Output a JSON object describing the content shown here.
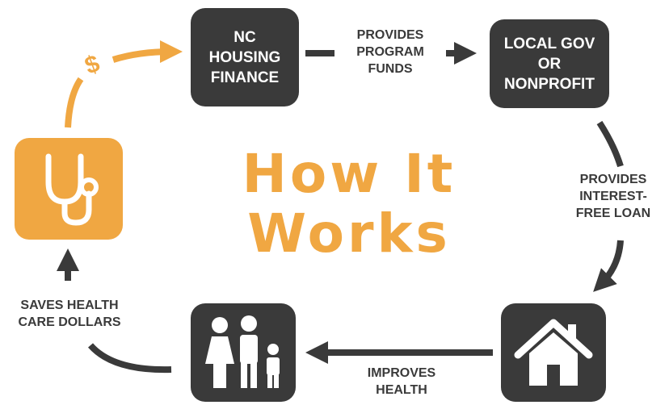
{
  "title": {
    "line1": "How It",
    "line2": "Works"
  },
  "nodes": {
    "nc_housing_finance": "NC\nHOUSING\nFINANCE",
    "local_gov": "LOCAL GOV\nOR\nNONPROFIT"
  },
  "edges": {
    "provides_program_funds": "PROVIDES\nPROGRAM\nFUNDS",
    "provides_loan": "PROVIDES\nINTEREST-\nFREE LOAN",
    "improves_health": "IMPROVES\nHEALTH",
    "saves_dollars": "SAVES HEALTH\nCARE DOLLARS",
    "dollar_symbol": "$"
  },
  "icons": {
    "health": "stethoscope-icon",
    "home": "house-icon",
    "family": "family-icon"
  },
  "colors": {
    "orange": "#f0a742",
    "dark": "#3a3a3a"
  }
}
